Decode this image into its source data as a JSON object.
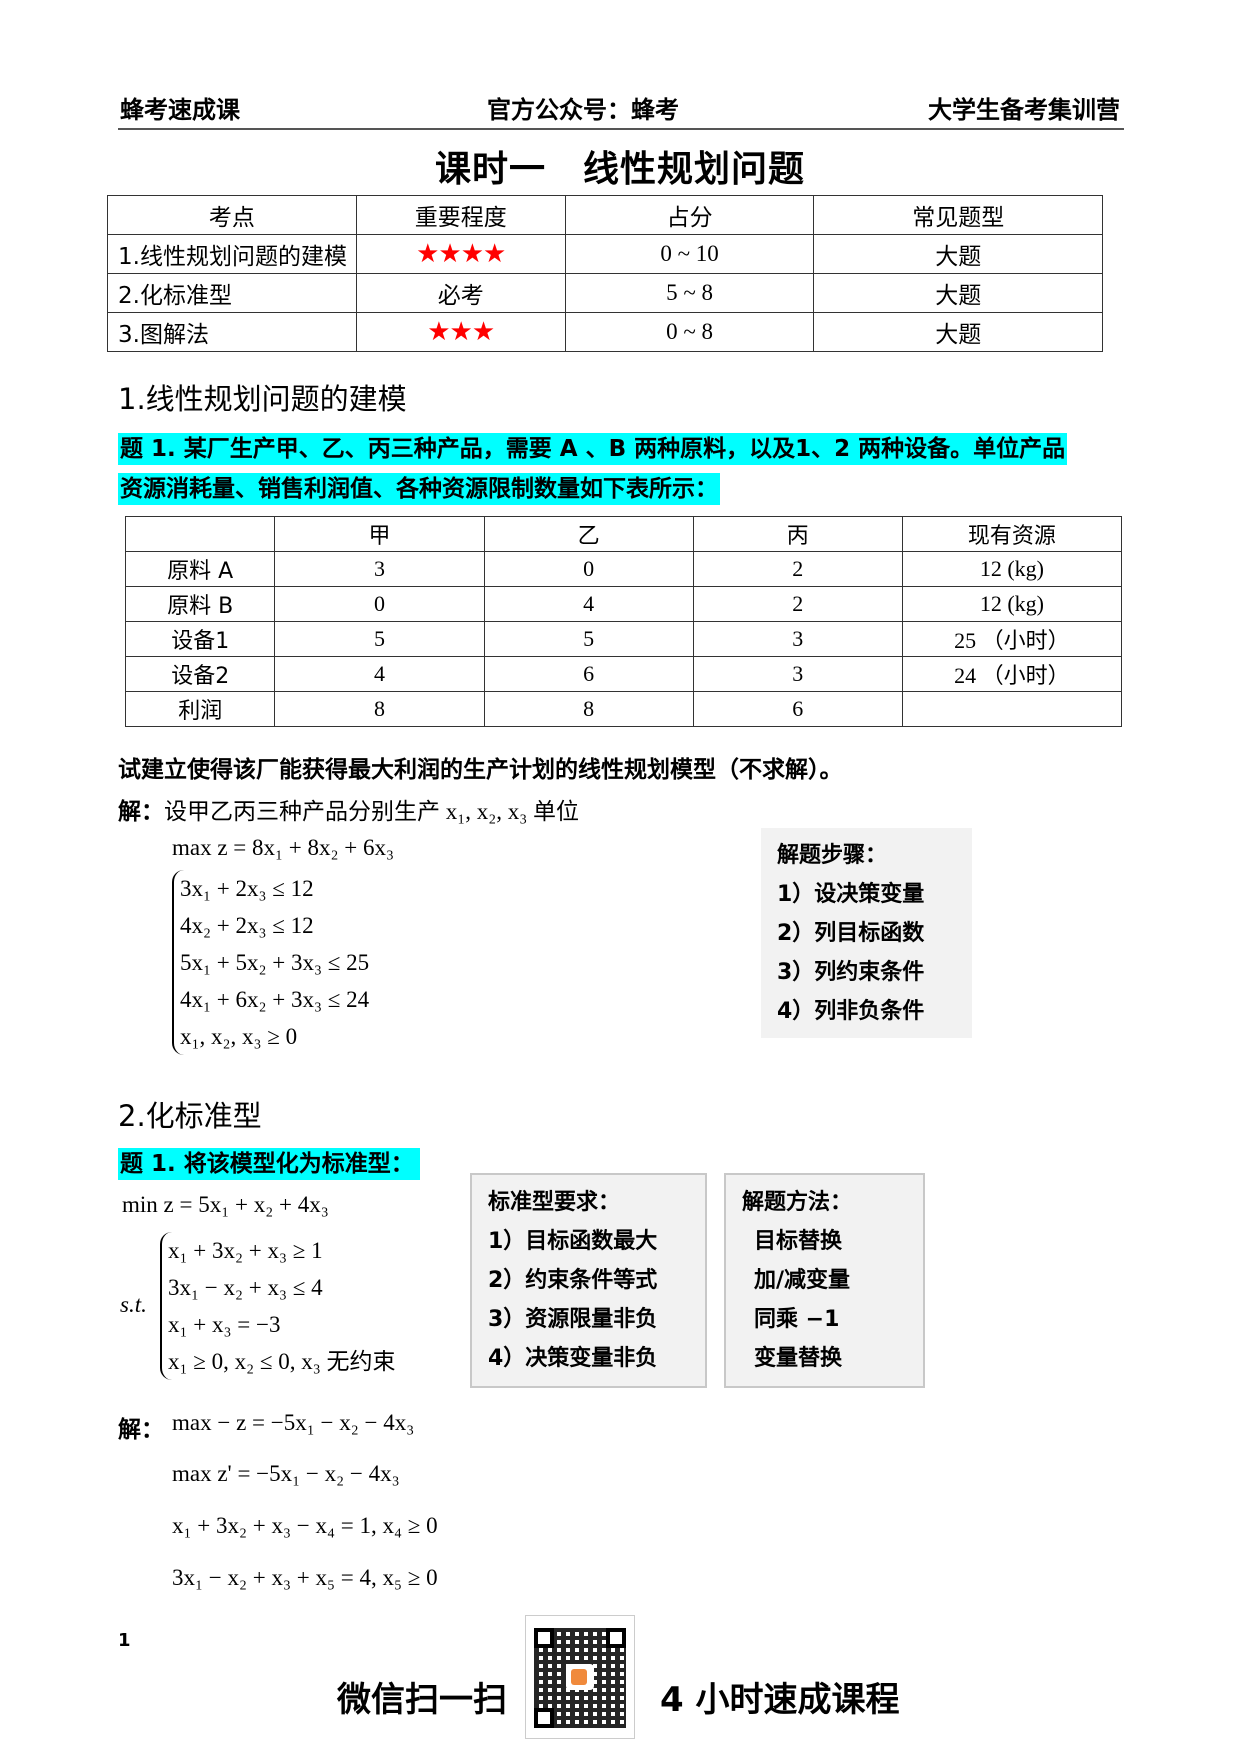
{
  "header": {
    "left": "蜂考速成课",
    "center": "官方公众号：蜂考",
    "right": "大学生备考集训营"
  },
  "title": "课时一　线性规划问题",
  "overview_table": {
    "columns": [
      "考点",
      "重要程度",
      "占分",
      "常见题型"
    ],
    "rows": [
      {
        "topic": "1.线性规划问题的建模",
        "importance": "★★★★",
        "importance_type": "stars",
        "score": "0 ~ 10",
        "type": "大题"
      },
      {
        "topic": "2.化标准型",
        "importance": "必考",
        "importance_type": "text",
        "score": "5 ~ 8",
        "type": "大题"
      },
      {
        "topic": "3.图解法",
        "importance": "★★★",
        "importance_type": "stars",
        "score": "0 ~ 8",
        "type": "大题"
      }
    ],
    "star_color": "#ff0000"
  },
  "section1": {
    "heading": "1.线性规划问题的建模",
    "question_line1": "题 1. 某厂生产甲、乙、丙三种产品，需要 A 、B 两种原料，以及1、2 两种设备。单位产品",
    "question_line2": "资源消耗量、销售利润值、各种资源限制数量如下表所示：",
    "highlight_color": "#00ffff",
    "resource_table": {
      "columns": [
        "",
        "甲",
        "乙",
        "丙",
        "现有资源"
      ],
      "rows": [
        [
          "原料 A",
          "3",
          "0",
          "2",
          "12 (kg)"
        ],
        [
          "原料 B",
          "0",
          "4",
          "2",
          "12 (kg)"
        ],
        [
          "设备1",
          "5",
          "5",
          "3",
          "25 （小时）"
        ],
        [
          "设备2",
          "4",
          "6",
          "3",
          "24 （小时）"
        ],
        [
          "利润",
          "8",
          "8",
          "6",
          ""
        ]
      ]
    },
    "prompt": "试建立使得该厂能获得最大利润的生产计划的线性规划模型（不求解）。",
    "solution_label": "解：",
    "solution_intro": "设甲乙丙三种产品分别生产 x₁, x₂, x₃ 单位",
    "objective": "max z = 8x₁ + 8x₂ + 6x₃",
    "constraints": [
      "3x₁ + 2x₃ ≤ 12",
      "4x₂ + 2x₃ ≤ 12",
      "5x₁ + 5x₂ + 3x₃ ≤ 25",
      "4x₁ + 6x₂ + 3x₃ ≤ 24",
      "x₁, x₂, x₃ ≥ 0"
    ],
    "steps_box": {
      "title": "解题步骤：",
      "items": [
        "1）设决策变量",
        "2）列目标函数",
        "3）列约束条件",
        "4）列非负条件"
      ]
    }
  },
  "section2": {
    "heading": "2.化标准型",
    "question": "题 1. 将该模型化为标准型：",
    "objective": "min z = 5x₁ + x₂ + 4x₃",
    "st_label": "s.t.",
    "constraints": [
      "x₁ + 3x₂ + x₃ ≥ 1",
      "3x₁ − x₂ + x₃ ≤ 4",
      "x₁ + x₃ = −3",
      "x₁ ≥ 0, x₂ ≤ 0, x₃ 无约束"
    ],
    "requirements_box": {
      "title": "标准型要求：",
      "items": [
        "1）目标函数最大",
        "2）约束条件等式",
        "3）资源限量非负",
        "4）决策变量非负"
      ]
    },
    "methods_box": {
      "title": "解题方法：",
      "items": [
        "目标替换",
        "加/减变量",
        "同乘 −1",
        "变量替换"
      ]
    },
    "solution_label": "解：",
    "solution_lines": [
      "max − z = −5x₁ − x₂ − 4x₃",
      "max z' = −5x₁ − x₂ − 4x₃",
      "x₁ + 3x₂ + x₃ − x₄ = 1, x₄ ≥ 0",
      "3x₁ − x₂ + x₃ + x₅ = 4, x₅ ≥ 0"
    ]
  },
  "footer": {
    "page_number": "1",
    "scan_text": "微信扫一扫",
    "course_text": "4 小时速成课程",
    "qr_icon": "qr-code"
  }
}
